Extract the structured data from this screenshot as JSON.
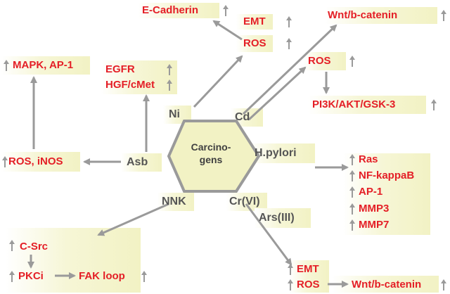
{
  "center": {
    "line1": "Carcino-",
    "line2": "gens"
  },
  "agents": {
    "ni": "Ni",
    "cd": "Cd",
    "asb": "Asb",
    "h_pylori": "H.pylori",
    "nnk": "NNK",
    "cr": "Cr(VI)",
    "ars": "Ars(III)"
  },
  "targets": {
    "e_cadherin": "E-Cadherin",
    "emt_top": "EMT",
    "ros_top": "ROS",
    "wnt_top": "Wnt/b-catenin",
    "ros_cd": "ROS",
    "pi3k": "PI3K/AKT/GSK-3",
    "mapk": "MAPK, AP-1",
    "egfr": "EGFR",
    "hgf": "HGF/cMet",
    "ros_inos": "ROS, iNOS",
    "ras": "Ras",
    "nfkb": "NF-kappaB",
    "ap1": "AP-1",
    "mmp3": "MMP3",
    "mmp7": "MMP7",
    "csrc": "C-Src",
    "pkc": "PKCi",
    "fak": "FAK loop",
    "emt_bottom": "EMT",
    "ros_bottom": "ROS",
    "wnt_bottom": "Wnt/b-catenin"
  },
  "colors": {
    "target": "#e41e26",
    "agent": "#555555",
    "arrow": "#9a9a9a",
    "hexagon_fill": "#f2f2c4",
    "hexagon_stroke": "#9a9a9a"
  }
}
